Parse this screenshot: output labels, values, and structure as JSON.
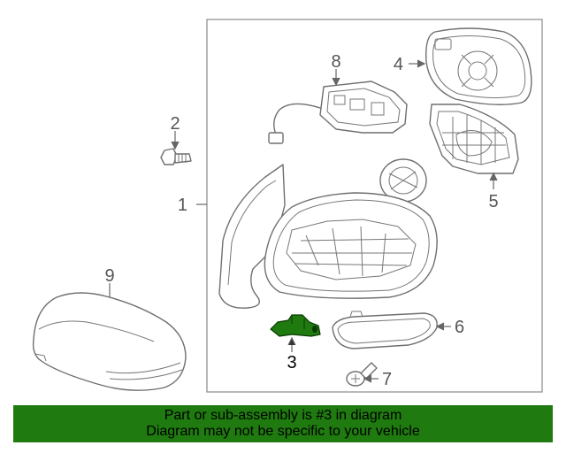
{
  "diagram": {
    "callouts": [
      {
        "number": "1"
      },
      {
        "number": "2"
      },
      {
        "number": "3"
      },
      {
        "number": "4"
      },
      {
        "number": "5"
      },
      {
        "number": "6"
      },
      {
        "number": "7"
      },
      {
        "number": "8"
      },
      {
        "number": "9"
      }
    ],
    "highlighted_part": "3",
    "highlight_color": "#1f7a0f"
  },
  "banner": {
    "line1": "Part or sub-assembly is #3 in diagram",
    "line2": "Diagram may not be specific to your vehicle",
    "background": "#1f7a0f"
  }
}
